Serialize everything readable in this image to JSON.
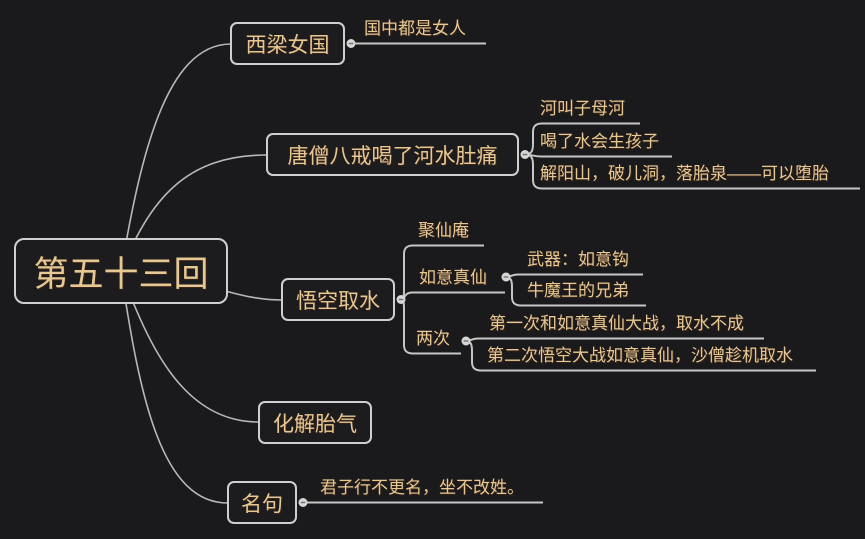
{
  "colors": {
    "background": "#1a1a1c",
    "topic_text": "#e5c893",
    "box_border": "#cfcfcf",
    "connector_line": "#bcbcbc",
    "collapse_dot": "#d6d6d6"
  },
  "root": {
    "label": "第五十三回"
  },
  "branches": [
    {
      "label": "西梁女国",
      "children": [
        {
          "label": "国中都是女人"
        }
      ]
    },
    {
      "label": "唐僧八戒喝了河水肚痛",
      "children": [
        {
          "label": "河叫子母河"
        },
        {
          "label": "喝了水会生孩子"
        },
        {
          "label": "解阳山，破儿洞，落胎泉——可以堕胎"
        }
      ]
    },
    {
      "label": "悟空取水",
      "children": [
        {
          "label": "聚仙庵"
        },
        {
          "label": "如意真仙",
          "children": [
            {
              "label": "武器：如意钩"
            },
            {
              "label": "牛魔王的兄弟"
            }
          ]
        },
        {
          "label": "两次",
          "children": [
            {
              "label": "第一次和如意真仙大战，取水不成"
            },
            {
              "label": "第二次悟空大战如意真仙，沙僧趁机取水"
            }
          ]
        }
      ]
    },
    {
      "label": "化解胎气",
      "children": []
    },
    {
      "label": "名句",
      "children": [
        {
          "label": "君子行不更名，坐不改姓。"
        }
      ]
    }
  ]
}
